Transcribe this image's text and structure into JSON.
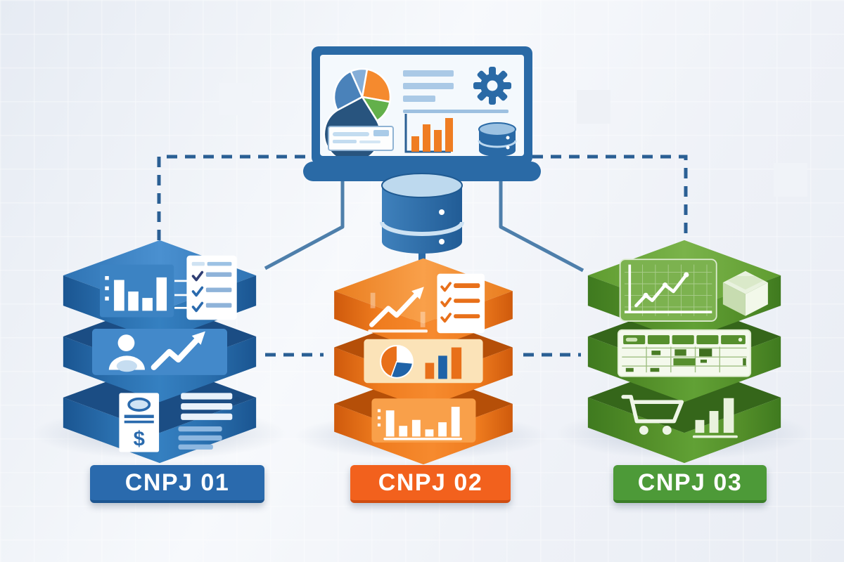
{
  "monitor": {
    "screen_icons": [
      "pie-chart",
      "text-lines",
      "gear",
      "form-panel",
      "bar-chart",
      "database"
    ]
  },
  "central_database": {
    "icon": "database-cylinder",
    "tiers": 2
  },
  "icons": {
    "dollar": "$"
  },
  "stacks": [
    {
      "id": "cnpj-01",
      "label": "CNPJ 01",
      "color": "#2a6aad",
      "layers": [
        {
          "icons": [
            "bar-chart",
            "checklist"
          ]
        },
        {
          "icons": [
            "person",
            "trend-arrow"
          ]
        },
        {
          "icons": [
            "invoice-dollar",
            "text-lines"
          ]
        }
      ]
    },
    {
      "id": "cnpj-02",
      "label": "CNPJ 02",
      "color": "#f2611d",
      "layers": [
        {
          "icons": [
            "trend-arrow",
            "checklist"
          ]
        },
        {
          "icons": [
            "pie-chart",
            "bar-chart"
          ]
        },
        {
          "icons": [
            "bar-chart"
          ]
        }
      ]
    },
    {
      "id": "cnpj-03",
      "label": "CNPJ 03",
      "color": "#4d9a38",
      "layers": [
        {
          "icons": [
            "line-chart",
            "package-box"
          ]
        },
        {
          "icons": [
            "spreadsheet"
          ]
        },
        {
          "icons": [
            "shopping-cart",
            "bar-chart"
          ]
        }
      ]
    }
  ],
  "colors": {
    "blue": "#2a6aad",
    "orange": "#f2611d",
    "green": "#4d9a38",
    "connector": "#2a5f94",
    "monitor_frame": "#2a6aa6",
    "background": "#eef2f8"
  }
}
